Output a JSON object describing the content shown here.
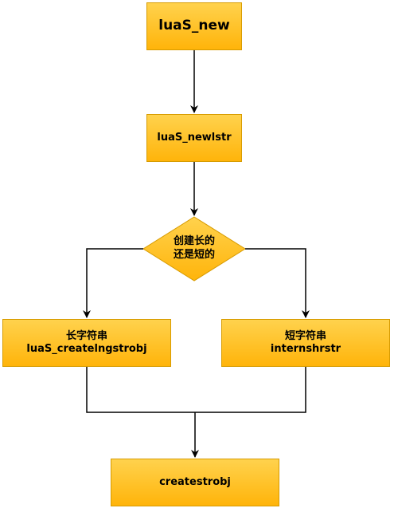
{
  "diagram": {
    "nodes": {
      "luas_new": "luaS_new",
      "luas_newlstr": "luaS_newlstr",
      "decision_line1": "创建长的",
      "decision_line2": "还是短的",
      "long_line1": "长字符串",
      "long_line2": "luaS_createlngstrobj",
      "short_line1": "短字符串",
      "short_line2": "internshrstr",
      "createstrobj": "createstrobj"
    },
    "colors": {
      "fill_top": "#ffd24d",
      "fill_bottom": "#ffb40a",
      "border": "#d79b00",
      "edge": "#000000"
    }
  }
}
